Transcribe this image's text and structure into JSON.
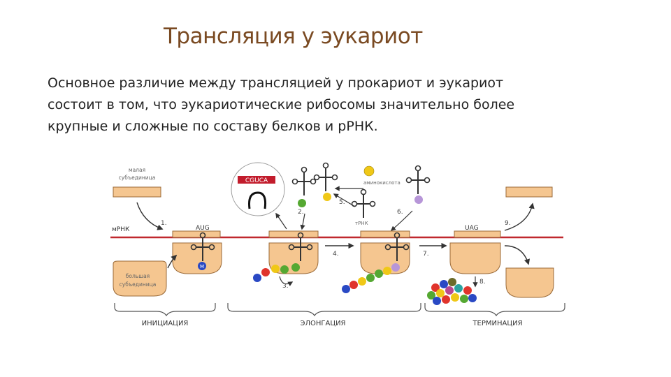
{
  "slide": {
    "title": "Трансляция у эукариот",
    "body_lines": [
      "Основное различие между трансляцией у прокариот и эукариот",
      "состоит в том, что эукариотические рибосомы значительно более",
      "крупные и сложные по составу белков и рРНК."
    ]
  },
  "diagram": {
    "labels": {
      "small_subunit": [
        "малая",
        "субъединица"
      ],
      "large_subunit": [
        "большая",
        "субъединица"
      ],
      "mrna": "мРНК",
      "amino_acid": "аминокислота",
      "trna": "тРНК",
      "codon": "CGUCA",
      "start_codon": "AUG",
      "stop_codon": "UAG",
      "met": "M"
    },
    "steps": [
      "1.",
      "2.",
      "3.",
      "4.",
      "5.",
      "6.",
      "7.",
      "8.",
      "9."
    ],
    "phases": {
      "initiation": "ИНИЦИАЦИЯ",
      "elongation": "ЭЛОНГАЦИЯ",
      "termination": "ТЕРМИНАЦИЯ"
    },
    "colors": {
      "ribosome": "#f5c690",
      "ribosome_outline": "#9a6a38",
      "mrna": "#c0282e",
      "codon_label_bg": "#c21c2c",
      "amino_acids": [
        "#2a49c4",
        "#e0342c",
        "#f0c817",
        "#55a832",
        "#b796d8",
        "#2aa3a0",
        "#b84990",
        "#6b6b2a"
      ]
    }
  }
}
